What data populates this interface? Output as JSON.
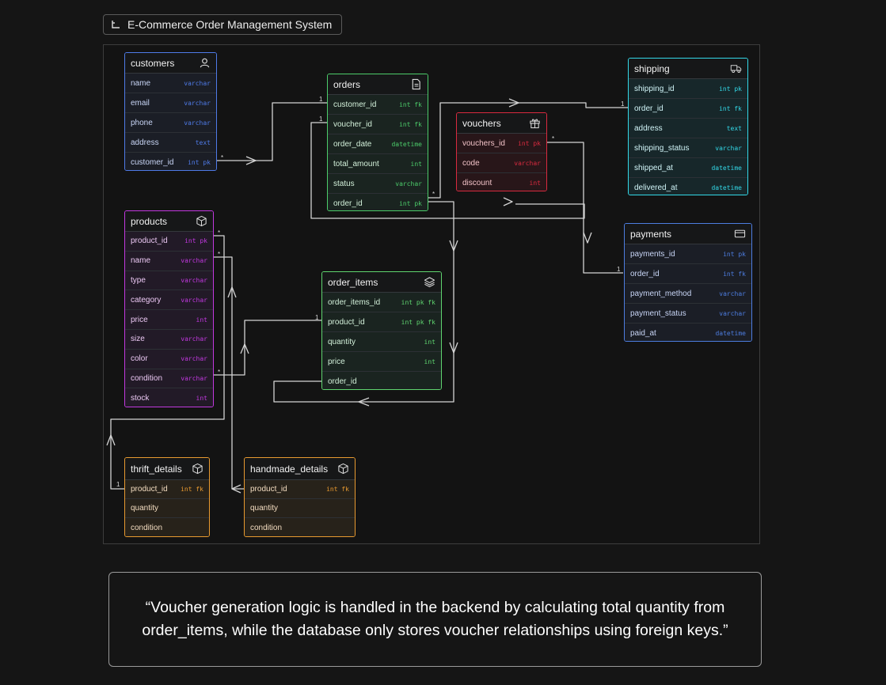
{
  "diagram_title": "E-Commerce Order Management System",
  "note": "“Voucher generation logic is handled in the backend by calculating total quantity from order_items, while the database only stores voucher relationships using foreign keys.”",
  "colors": {
    "customers": "#4f7be8",
    "orders": "#4ccc6a",
    "vouchers": "#d92a3f",
    "shipping": "#33d9e8",
    "products": "#c238e0",
    "order_items": "#5fd46f",
    "payments": "#4d7de0",
    "thrift_details": "#e89a30",
    "handmade_details": "#e89a30"
  },
  "tables": {
    "customers": {
      "name": "customers",
      "icon": "user-icon",
      "fields": [
        {
          "name": "name",
          "type": "varchar"
        },
        {
          "name": "email",
          "type": "varchar"
        },
        {
          "name": "phone",
          "type": "varchar"
        },
        {
          "name": "address",
          "type": "text"
        },
        {
          "name": "customer_id",
          "type": "int pk"
        }
      ]
    },
    "orders": {
      "name": "orders",
      "icon": "document-icon",
      "fields": [
        {
          "name": "customer_id",
          "type": "int fk"
        },
        {
          "name": "voucher_id",
          "type": "int fk"
        },
        {
          "name": "order_date",
          "type": "datetime"
        },
        {
          "name": "total_amount",
          "type": "int"
        },
        {
          "name": "status",
          "type": "varchar"
        },
        {
          "name": "order_id",
          "type": "int pk"
        }
      ]
    },
    "vouchers": {
      "name": "vouchers",
      "icon": "gift-icon",
      "fields": [
        {
          "name": "vouchers_id",
          "type": "int pk"
        },
        {
          "name": "code",
          "type": "varchar"
        },
        {
          "name": "discount",
          "type": "int"
        }
      ]
    },
    "shipping": {
      "name": "shipping",
      "icon": "truck-icon",
      "fields": [
        {
          "name": "shipping_id",
          "type": "int pk"
        },
        {
          "name": "order_id",
          "type": "int fk"
        },
        {
          "name": "address",
          "type": "text"
        },
        {
          "name": "shipping_status",
          "type": "varchar"
        },
        {
          "name": "shipped_at",
          "type": "datetime"
        },
        {
          "name": "delivered_at",
          "type": "datetime"
        }
      ]
    },
    "products": {
      "name": "products",
      "icon": "cube-icon",
      "fields": [
        {
          "name": "product_id",
          "type": "int pk"
        },
        {
          "name": "name",
          "type": "varchar"
        },
        {
          "name": "type",
          "type": "varchar"
        },
        {
          "name": "category",
          "type": "varchar"
        },
        {
          "name": "price",
          "type": "int"
        },
        {
          "name": "size",
          "type": "varchar"
        },
        {
          "name": "color",
          "type": "varchar"
        },
        {
          "name": "condition",
          "type": "varchar"
        },
        {
          "name": "stock",
          "type": "int"
        }
      ]
    },
    "order_items": {
      "name": "order_items",
      "icon": "layers-icon",
      "fields": [
        {
          "name": "order_items_id",
          "type": "int pk fk"
        },
        {
          "name": "product_id",
          "type": "int pk fk"
        },
        {
          "name": "quantity",
          "type": "int"
        },
        {
          "name": "price",
          "type": "int"
        },
        {
          "name": "order_id",
          "type": ""
        }
      ]
    },
    "payments": {
      "name": "payments",
      "icon": "credit-card-icon",
      "fields": [
        {
          "name": "payments_id",
          "type": "int pk"
        },
        {
          "name": "order_id",
          "type": "int fk"
        },
        {
          "name": "payment_method",
          "type": "varchar"
        },
        {
          "name": "payment_status",
          "type": "varchar"
        },
        {
          "name": "paid_at",
          "type": "datetime"
        }
      ]
    },
    "thrift_details": {
      "name": "thrift_details",
      "icon": "cube-icon",
      "fields": [
        {
          "name": "product_id",
          "type": "int fk"
        },
        {
          "name": "quantity",
          "type": ""
        },
        {
          "name": "condition",
          "type": ""
        }
      ]
    },
    "handmade_details": {
      "name": "handmade_details",
      "icon": "cube-icon",
      "fields": [
        {
          "name": "product_id",
          "type": "int fk"
        },
        {
          "name": "quantity",
          "type": ""
        },
        {
          "name": "condition",
          "type": ""
        }
      ]
    }
  },
  "cardinality": {
    "one": "1",
    "many": "*"
  }
}
